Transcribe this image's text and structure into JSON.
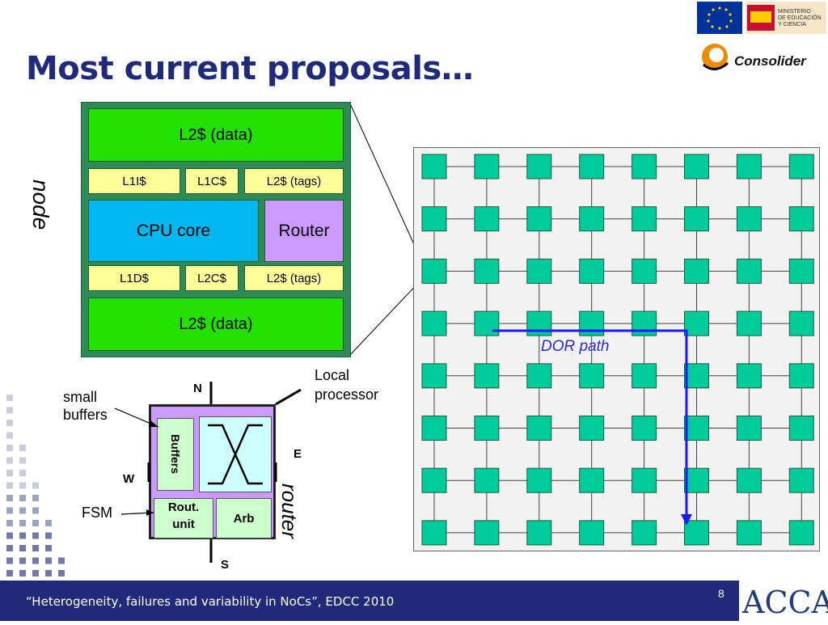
{
  "title": "Most current proposals…",
  "node_label": "node",
  "node": {
    "l2_data_top": "L2$ (data)",
    "l1i": "L1I$",
    "l1c": "L1C$",
    "l2_tags_top": "L2$ (tags)",
    "cpu": "CPU core",
    "router": "Router",
    "l1d": "L1D$",
    "l2c": "L2C$",
    "l2_tags_bottom": "L2$ (tags)",
    "l2_data_bottom": "L2$ (data)"
  },
  "router_diagram": {
    "buffers": "Buffers",
    "rout_unit_line1": "Rout.",
    "rout_unit_line2": "unit",
    "arb": "Arb",
    "north": "N",
    "south": "S",
    "east": "E",
    "west": "W",
    "small_buffers_line1": "small",
    "small_buffers_line2": "buffers",
    "fsm": "FSM",
    "local_line1": "Local",
    "local_line2": "processor",
    "router_label": "router"
  },
  "mesh": {
    "rows": 8,
    "cols": 8,
    "path_label": "DOR path",
    "node_color": "#00cc99",
    "path_color": "#1a1aff"
  },
  "logos": {
    "consolider": "Consolider",
    "ministry_line1": "MINISTERIO",
    "ministry_line2": "DE EDUCACIÓN",
    "ministry_line3": "Y CIENCIA",
    "acca": "ACCA"
  },
  "footer": {
    "text": "“Heterogeneity, failures and variability in NoCs”, EDCC 2010",
    "page": "8"
  },
  "colors": {
    "title": "#1f2a7a",
    "footer_bg": "#1f2a7a"
  }
}
